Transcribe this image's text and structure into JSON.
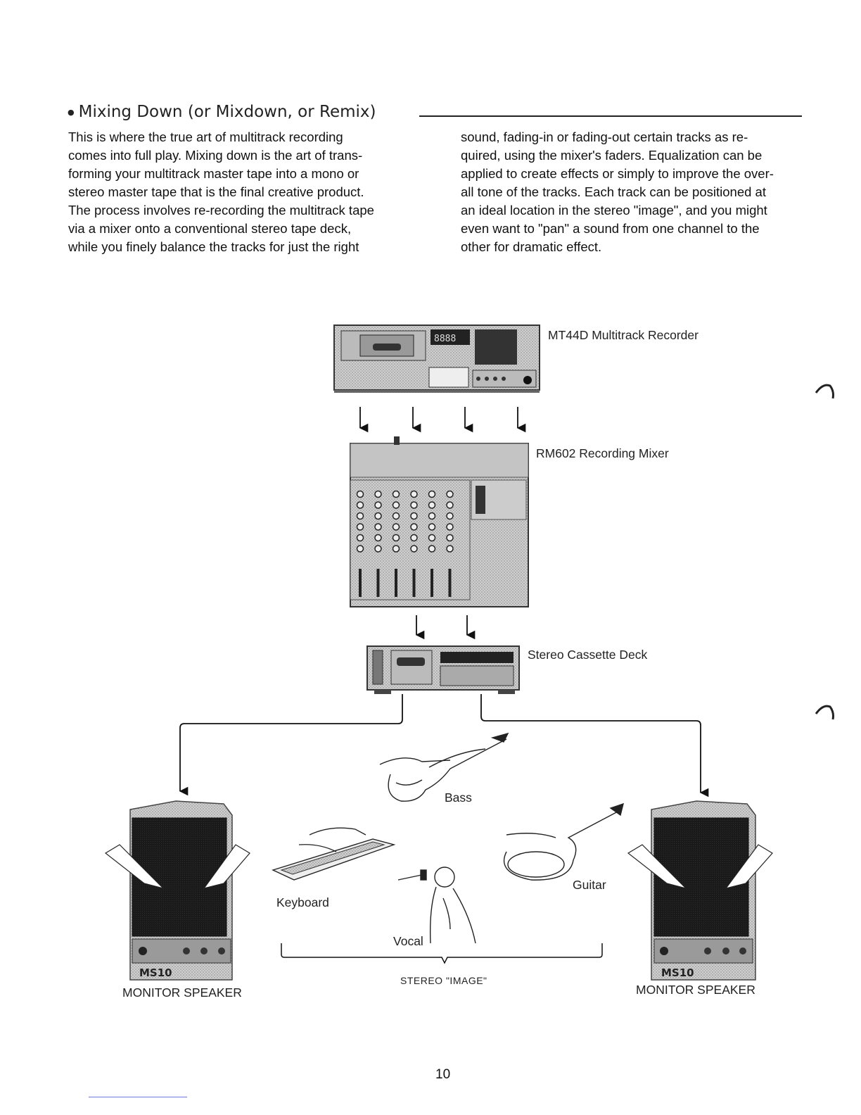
{
  "section": {
    "title": "Mixing Down (or Mixdown, or Remix)",
    "bullet": "●"
  },
  "body": {
    "left_lines": [
      "This is where the true art of multitrack recording",
      "comes into full play. Mixing down is the art of trans-",
      "forming your multitrack master tape into a mono or",
      "stereo master tape that is the final creative product.",
      "The process involves re-recording the multitrack tape",
      "via a mixer onto a conventional stereo tape deck,",
      "while you finely balance the tracks for just the right"
    ],
    "right_lines": [
      "sound, fading-in or fading-out certain tracks as re-",
      "quired, using the mixer's faders. Equalization can be",
      "applied to create effects or simply to improve the over-",
      "all tone of the tracks. Each track can be positioned at",
      "an ideal location in the stereo \"image\", and you might",
      "even want to \"pan\" a sound from one channel to the",
      "other for dramatic effect."
    ]
  },
  "diagram": {
    "recorder_label": "MT44D Multitrack Recorder",
    "mixer_label": "RM602 Recording Mixer",
    "deck_label": "Stereo Cassette Deck",
    "bass_label": "Bass",
    "keyboard_label": "Keyboard",
    "guitar_label": "Guitar",
    "vocal_label": "Vocal",
    "stereo_image_label": "STEREO \"IMAGE\"",
    "speaker_left_label": "MONITOR SPEAKER",
    "speaker_right_label": "MONITOR SPEAKER",
    "speaker_badge": "MS10",
    "recorder_display": "8888"
  },
  "page_number": "10"
}
